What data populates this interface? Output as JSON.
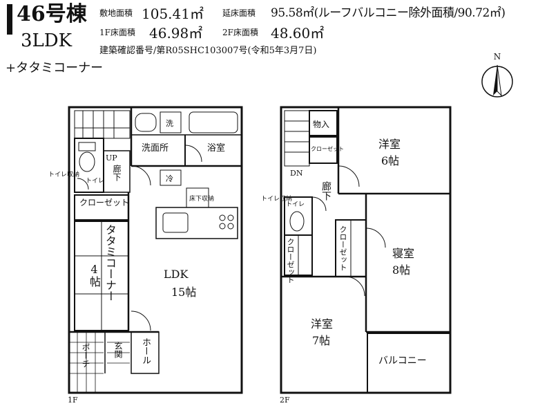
{
  "header": {
    "building": "46号棟",
    "layout": "3LDK",
    "extra": "+タタミコーナー",
    "site_area_label": "敷地面積",
    "site_area_value": "105.41㎡",
    "floor_area_label": "延床面積",
    "floor_area_value": "95.58㎡(ルーフバルコニー除外面積/90.72㎡)",
    "f1_label": "1F床面積",
    "f1_value": "46.98㎡",
    "f2_label": "2F床面積",
    "f2_value": "48.60㎡",
    "permit": "建築確認番号/第R05SHC103007号(令和5年3月7日)",
    "north": "N"
  },
  "floor1": {
    "label": "1F",
    "washroom": "洗面所",
    "bath": "浴室",
    "wash_mark": "洗",
    "fridge_mark": "冷",
    "up": "UP",
    "hall_small": "廊下",
    "toilet": "トイレ",
    "toilet_storage": "トイレ収納",
    "closet": "クローゼット",
    "underfloor": "床下収納",
    "tatami": "タタミコーナー",
    "tatami_size": "4帖",
    "ldk": "LDK",
    "ldk_size": "15帖",
    "porch": "ポーチ",
    "entrance": "玄関",
    "hall": "ホール"
  },
  "floor2": {
    "label": "2F",
    "storage": "物入",
    "closet_a": "クローゼット",
    "closet_b": "クローゼット",
    "closet_c": "クローゼット",
    "dn": "DN",
    "hall": "廊下",
    "toilet": "トイレ",
    "toilet_storage": "トイレ収納",
    "western6": "洋室",
    "western6_size": "6帖",
    "bedroom": "寝室",
    "bedroom_size": "8帖",
    "western7": "洋室",
    "western7_size": "7帖",
    "balcony": "バルコニー"
  }
}
